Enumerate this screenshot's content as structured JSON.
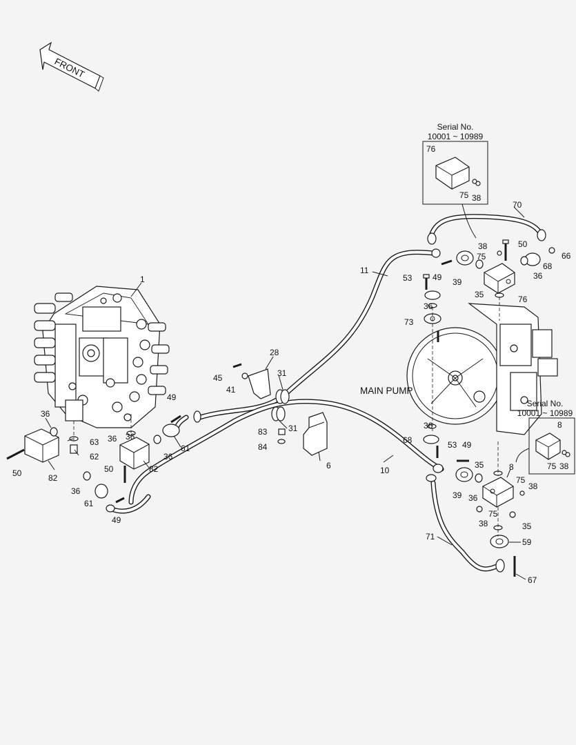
{
  "front_arrow": {
    "label": "FRONT"
  },
  "main_pump": {
    "label": "MAIN PUMP"
  },
  "serial_boxes": [
    {
      "heading": "Serial No.",
      "range": "10001 ~ 10989",
      "parts": [
        "76",
        "75",
        "38"
      ]
    },
    {
      "heading": "Serial No.",
      "range": "10001 ~ 10989",
      "parts": [
        "8",
        "75",
        "38"
      ]
    }
  ],
  "callouts": [
    "1",
    "70",
    "50",
    "66",
    "38",
    "75",
    "68",
    "36",
    "76",
    "35",
    "11",
    "53",
    "49",
    "39",
    "73",
    "28",
    "45",
    "41",
    "31",
    "83",
    "84",
    "6",
    "10",
    "8",
    "59",
    "67",
    "71",
    "63",
    "62",
    "82",
    "61",
    "50",
    "82",
    "36",
    "36",
    "36",
    "49",
    "36",
    "61",
    "36",
    "49",
    "50",
    "36",
    "68",
    "53",
    "49",
    "35",
    "39",
    "36",
    "75",
    "38",
    "38",
    "75",
    "35",
    "31",
    "36"
  ]
}
